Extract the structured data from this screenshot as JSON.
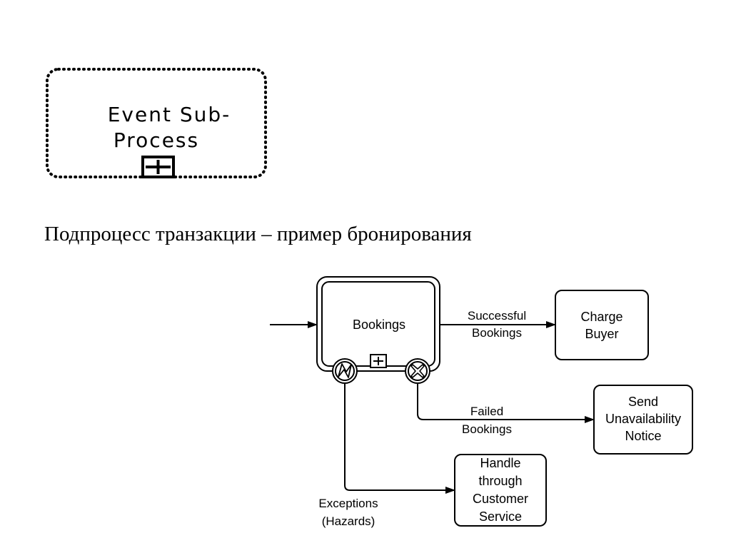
{
  "event_subprocess": {
    "line1": "Event Sub-",
    "line2": "Process"
  },
  "heading": "Подпроцесс транзакции – пример бронирования",
  "diagram": {
    "bookings": "Bookings",
    "successful_1": "Successful",
    "successful_2": "Bookings",
    "charge_1": "Charge",
    "charge_2": "Buyer",
    "failed_1": "Failed",
    "failed_2": "Bookings",
    "send_1": "Send",
    "send_2": "Unavailability",
    "send_3": "Notice",
    "exceptions_1": "Exceptions",
    "exceptions_2": "(Hazards)",
    "handle_1": "Handle",
    "handle_2": "through",
    "handle_3": "Customer",
    "handle_4": "Service"
  },
  "colors": {
    "stroke": "#000000",
    "background": "#ffffff"
  }
}
